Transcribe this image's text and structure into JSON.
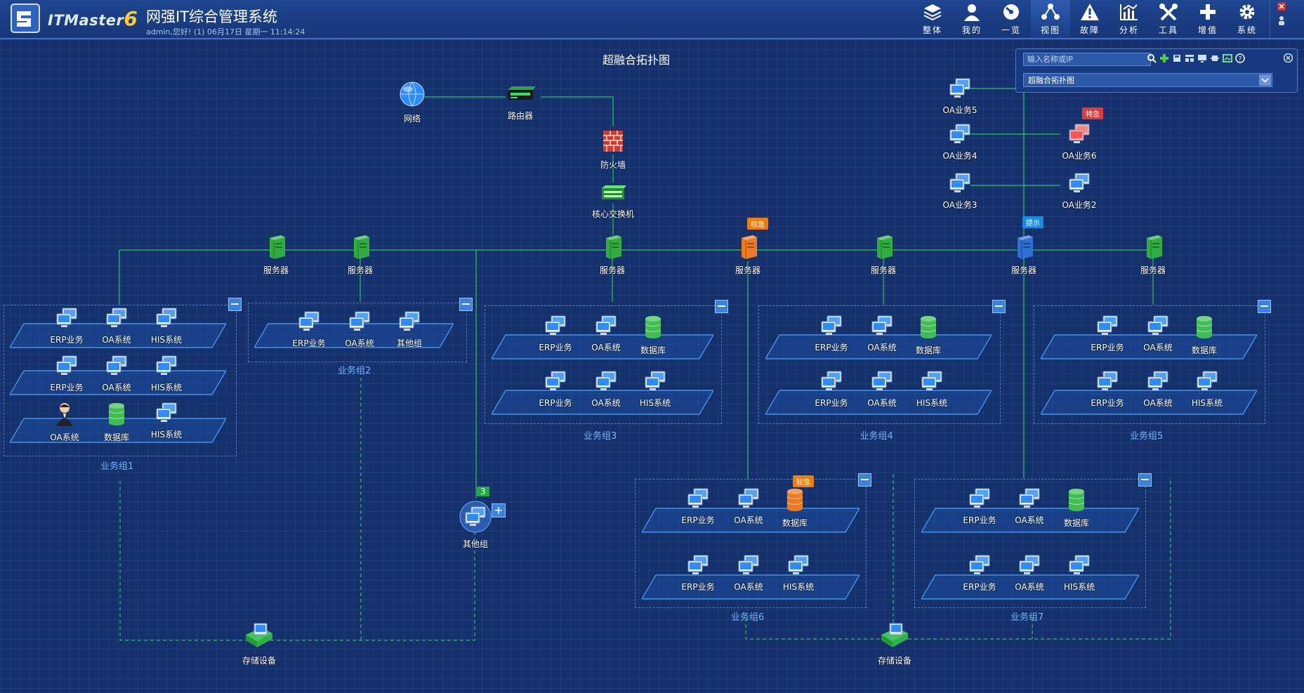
{
  "header": {
    "logo_brand": "ITMaster",
    "logo_version": "6",
    "app_title": "网强IT综合管理系统",
    "user_info": "admin,您好! (1) 06月17日 星期一 11:14:24"
  },
  "nav": [
    {
      "label": "整体",
      "icon": "layers-icon"
    },
    {
      "label": "我的",
      "icon": "user-icon"
    },
    {
      "label": "一览",
      "icon": "dashboard-icon"
    },
    {
      "label": "视图",
      "icon": "topology-icon",
      "active": true
    },
    {
      "label": "故障",
      "icon": "warning-icon"
    },
    {
      "label": "分析",
      "icon": "chart-icon"
    },
    {
      "label": "工具",
      "icon": "tools-icon"
    },
    {
      "label": "增值",
      "icon": "plus-icon"
    },
    {
      "label": "系统",
      "icon": "gear-icon"
    }
  ],
  "page_title": "超融合拓扑图",
  "toolbar": {
    "search_placeholder": "输入名称或IP",
    "view_selected": "超融合拓扑图"
  },
  "nodes": {
    "network": "网络",
    "router": "路由器",
    "firewall": "防火墙",
    "core_switch": "核心交换机",
    "server": "服务器",
    "storage": "存储设备",
    "other_group": "其他组",
    "other_group_count": "3"
  },
  "oa_services": [
    "OA业务5",
    "OA业务4",
    "OA业务3",
    "OA业务6",
    "OA业务2"
  ],
  "badges": {
    "critical": "特急",
    "urgent": "较急",
    "hint": "提示"
  },
  "host_labels": {
    "erp": "ERP业务",
    "oa": "OA系统",
    "his": "HIS系统",
    "db": "数据库",
    "other": "其他组"
  },
  "groups": [
    "业务组1",
    "业务组2",
    "业务组3",
    "业务组4",
    "业务组5",
    "业务组6",
    "业务组7"
  ],
  "colors": {
    "background": "#16306b",
    "link": "#22c55e",
    "group_label": "#6db7ff",
    "critical": "#e53935",
    "urgent": "#f57c00",
    "hint": "#1e88e5"
  }
}
